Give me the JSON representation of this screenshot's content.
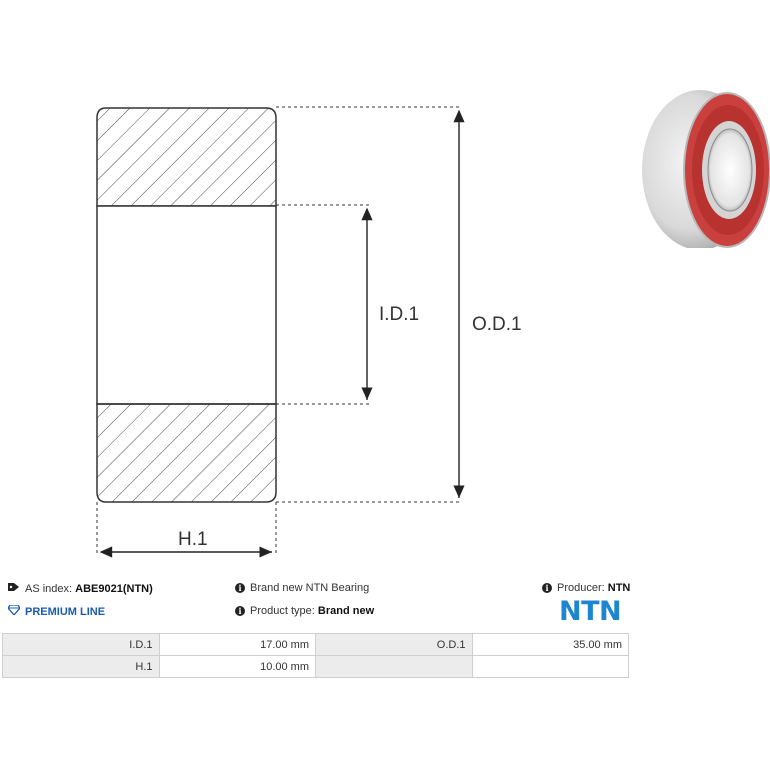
{
  "drawing": {
    "label_id": "I.D.1",
    "label_od": "O.D.1",
    "label_h": "H.1"
  },
  "info": {
    "as_index_prefix": "AS index: ",
    "as_index_value": "ABE9021(NTN)",
    "premium": "PREMIUM LINE",
    "brand_new": "Brand new NTN Bearing",
    "product_type_prefix": "Product type: ",
    "product_type_value": "Brand new",
    "producer_prefix": "Producer: ",
    "producer_value": "NTN",
    "logo_text": "NTN"
  },
  "specs": {
    "row1": {
      "label_a": "I.D.1",
      "value_a": "17.00 mm",
      "label_b": "O.D.1",
      "value_b": "35.00 mm"
    },
    "row2": {
      "label_a": "H.1",
      "value_a": "10.00 mm",
      "label_b": "",
      "value_b": ""
    }
  },
  "colors": {
    "seal_red": "#c9403e",
    "ntn_blue": "#1d86d0",
    "premium_blue": "#1a5bb0"
  },
  "icons": [
    "tag-icon",
    "diamond-icon",
    "info-icon"
  ]
}
